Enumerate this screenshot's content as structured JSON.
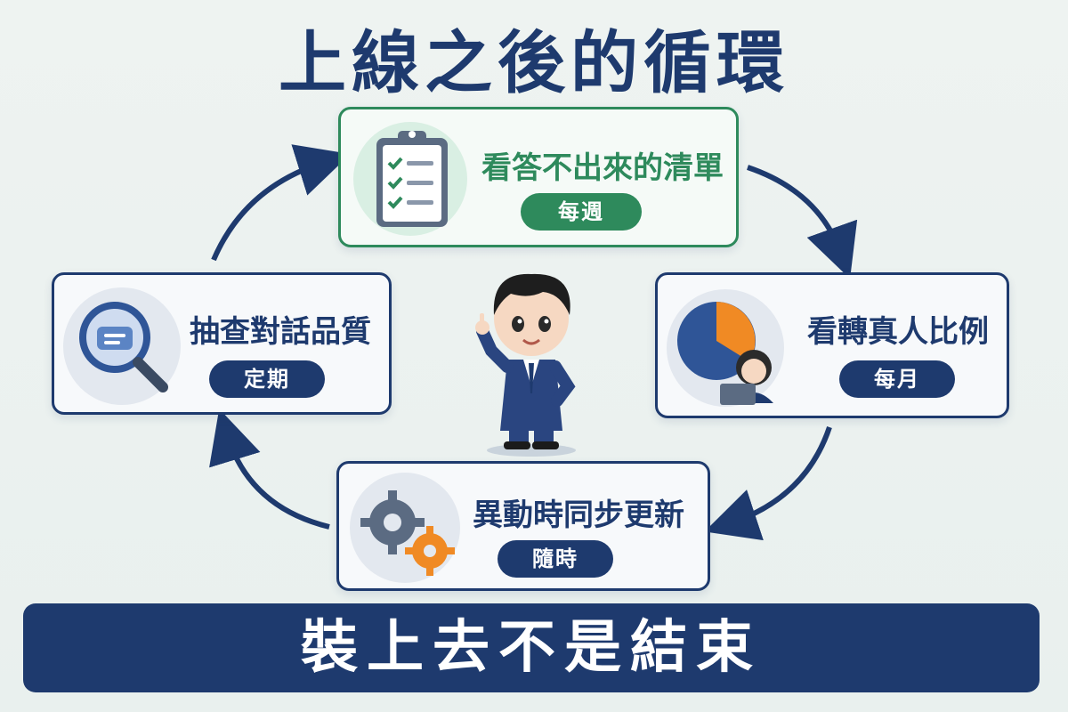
{
  "title": "上線之後的循環",
  "banner": "裝上去不是結束",
  "cards": {
    "top": {
      "label": "看答不出來的清單",
      "badge": "每週",
      "icon": "clipboard-checklist-icon"
    },
    "right": {
      "label": "看轉真人比例",
      "badge": "每月",
      "icon": "pie-chart-agent-icon"
    },
    "bottom": {
      "label": "異動時同步更新",
      "badge": "隨時",
      "icon": "gears-icon"
    },
    "left": {
      "label": "抽查對話品質",
      "badge": "定期",
      "icon": "magnifier-chat-icon"
    }
  },
  "colors": {
    "navy": "#1e3a6e",
    "green": "#2e8a5c",
    "orange": "#f08a24"
  }
}
